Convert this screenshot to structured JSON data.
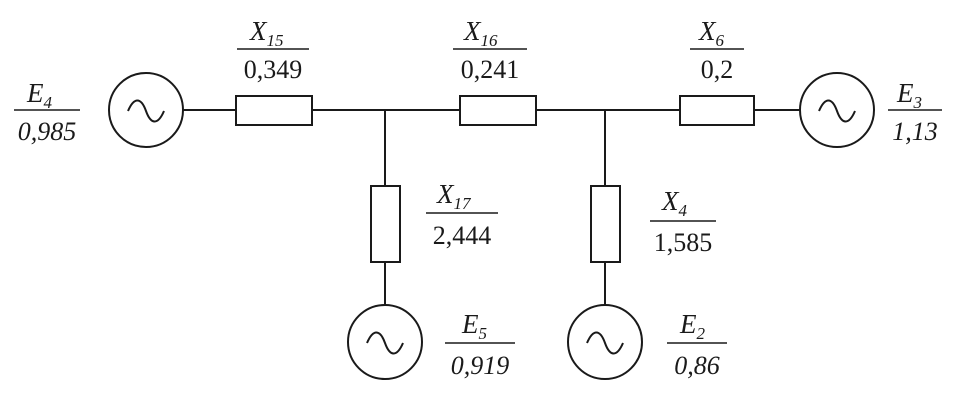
{
  "reactances": {
    "x15": {
      "symbol": "X",
      "subscript": "15",
      "value": "0,349"
    },
    "x16": {
      "symbol": "X",
      "subscript": "16",
      "value": "0,241"
    },
    "x6": {
      "symbol": "X",
      "subscript": "6",
      "value": "0,2"
    },
    "x17": {
      "symbol": "X",
      "subscript": "17",
      "value": "2,444"
    },
    "x4": {
      "symbol": "X",
      "subscript": "4",
      "value": "1,585"
    }
  },
  "sources": {
    "e4": {
      "symbol": "E",
      "subscript": "4",
      "value": "0,985"
    },
    "e3": {
      "symbol": "E",
      "subscript": "3",
      "value": "1,13"
    },
    "e5": {
      "symbol": "E",
      "subscript": "5",
      "value": "0,919"
    },
    "e2": {
      "symbol": "E",
      "subscript": "2",
      "value": "0,86"
    }
  }
}
